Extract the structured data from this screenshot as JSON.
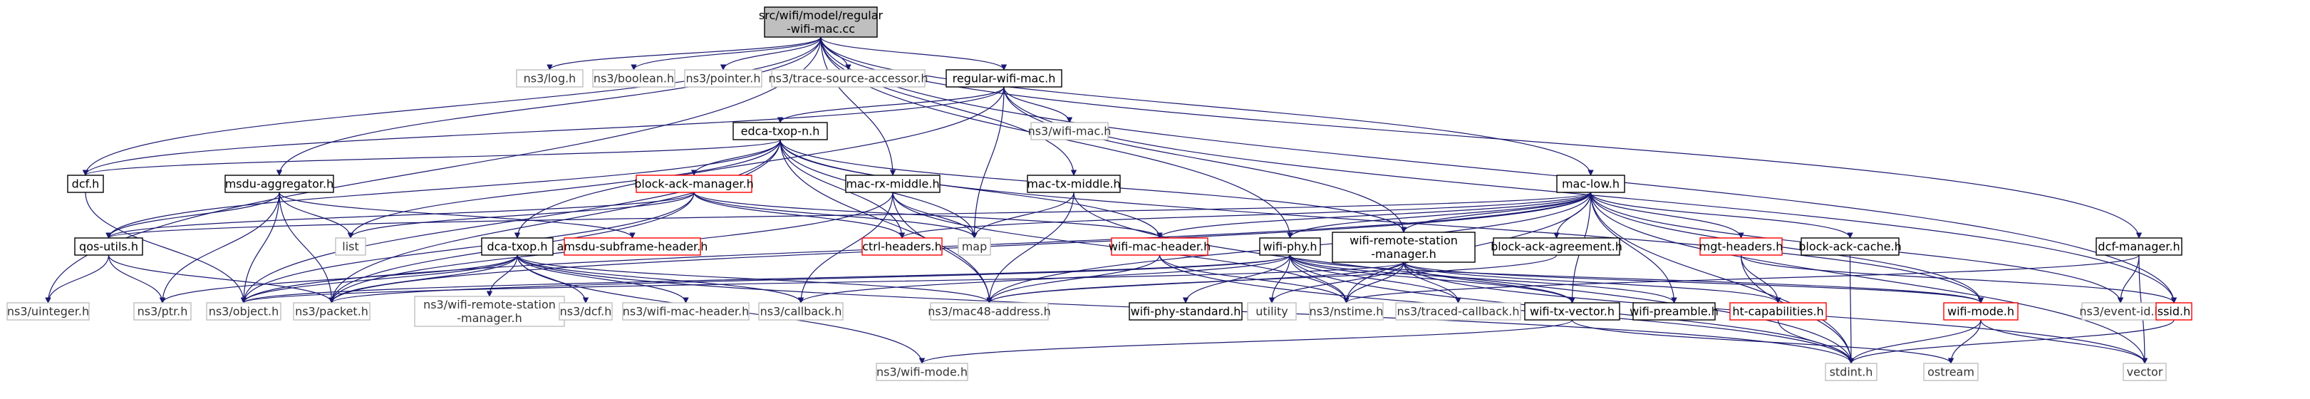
{
  "diagram": {
    "title": "",
    "colors": {
      "edge": "#191970",
      "root_fill": "#bfbfbf",
      "doc_border": "#000000",
      "doc_red_border": "#ff0000",
      "ext_border": "#bfbfbf"
    },
    "nodes": [
      {
        "id": "root",
        "lines": [
          "src/wifi/model/regular",
          "-wifi-mac.cc"
        ],
        "kind": "root"
      },
      {
        "id": "log",
        "lines": [
          "ns3/log.h"
        ],
        "kind": "ext"
      },
      {
        "id": "boolean",
        "lines": [
          "ns3/boolean.h"
        ],
        "kind": "ext"
      },
      {
        "id": "pointer",
        "lines": [
          "ns3/pointer.h"
        ],
        "kind": "ext"
      },
      {
        "id": "trace",
        "lines": [
          "ns3/trace-source-accessor.h"
        ],
        "kind": "ext"
      },
      {
        "id": "rwmh",
        "lines": [
          "regular-wifi-mac.h"
        ],
        "kind": "doc"
      },
      {
        "id": "wifimac",
        "lines": [
          "ns3/wifi-mac.h"
        ],
        "kind": "ext"
      },
      {
        "id": "edca",
        "lines": [
          "edca-txop-n.h"
        ],
        "kind": "doc"
      },
      {
        "id": "dcf",
        "lines": [
          "dcf.h"
        ],
        "kind": "doc"
      },
      {
        "id": "msdu",
        "lines": [
          "msdu-aggregator.h"
        ],
        "kind": "doc"
      },
      {
        "id": "bam",
        "lines": [
          "block-ack-manager.h"
        ],
        "kind": "doc-red"
      },
      {
        "id": "macrx",
        "lines": [
          "mac-rx-middle.h"
        ],
        "kind": "doc"
      },
      {
        "id": "mactx",
        "lines": [
          "mac-tx-middle.h"
        ],
        "kind": "doc"
      },
      {
        "id": "maclow",
        "lines": [
          "mac-low.h"
        ],
        "kind": "doc"
      },
      {
        "id": "dcfmgr",
        "lines": [
          "dcf-manager.h"
        ],
        "kind": "doc"
      },
      {
        "id": "qos",
        "lines": [
          "qos-utils.h"
        ],
        "kind": "doc"
      },
      {
        "id": "list",
        "lines": [
          "list"
        ],
        "kind": "ext"
      },
      {
        "id": "map",
        "lines": [
          "map"
        ],
        "kind": "ext"
      },
      {
        "id": "amsdu",
        "lines": [
          "amsdu-subframe-header.h"
        ],
        "kind": "doc-red"
      },
      {
        "id": "ctrl",
        "lines": [
          "ctrl-headers.h"
        ],
        "kind": "doc-red"
      },
      {
        "id": "wmh",
        "lines": [
          "wifi-mac-header.h"
        ],
        "kind": "doc-red"
      },
      {
        "id": "dcatxop",
        "lines": [
          "dca-txop.h"
        ],
        "kind": "doc"
      },
      {
        "id": "wifiphy",
        "lines": [
          "wifi-phy.h"
        ],
        "kind": "doc"
      },
      {
        "id": "wrsm",
        "lines": [
          "wifi-remote-station",
          "-manager.h"
        ],
        "kind": "doc"
      },
      {
        "id": "baa",
        "lines": [
          "block-ack-agreement.h"
        ],
        "kind": "doc"
      },
      {
        "id": "mgt",
        "lines": [
          "mgt-headers.h"
        ],
        "kind": "doc-red"
      },
      {
        "id": "bac",
        "lines": [
          "block-ack-cache.h"
        ],
        "kind": "doc"
      },
      {
        "id": "uint",
        "lines": [
          "ns3/uinteger.h"
        ],
        "kind": "ext"
      },
      {
        "id": "ptr",
        "lines": [
          "ns3/ptr.h"
        ],
        "kind": "ext"
      },
      {
        "id": "object",
        "lines": [
          "ns3/object.h"
        ],
        "kind": "ext"
      },
      {
        "id": "packet",
        "lines": [
          "ns3/packet.h"
        ],
        "kind": "ext"
      },
      {
        "id": "wrsm3",
        "lines": [
          "ns3/wifi-remote-station",
          "-manager.h"
        ],
        "kind": "ext"
      },
      {
        "id": "dcf3",
        "lines": [
          "ns3/dcf.h"
        ],
        "kind": "ext"
      },
      {
        "id": "wmh3",
        "lines": [
          "ns3/wifi-mac-header.h"
        ],
        "kind": "ext"
      },
      {
        "id": "callback",
        "lines": [
          "ns3/callback.h"
        ],
        "kind": "ext"
      },
      {
        "id": "mac48",
        "lines": [
          "ns3/mac48-address.h"
        ],
        "kind": "ext"
      },
      {
        "id": "wps",
        "lines": [
          "wifi-phy-standard.h"
        ],
        "kind": "doc"
      },
      {
        "id": "utility",
        "lines": [
          "utility"
        ],
        "kind": "ext"
      },
      {
        "id": "nstime",
        "lines": [
          "ns3/nstime.h"
        ],
        "kind": "ext"
      },
      {
        "id": "traced",
        "lines": [
          "ns3/traced-callback.h"
        ],
        "kind": "ext"
      },
      {
        "id": "wtv",
        "lines": [
          "wifi-tx-vector.h"
        ],
        "kind": "doc"
      },
      {
        "id": "wpre",
        "lines": [
          "wifi-preamble.h"
        ],
        "kind": "doc"
      },
      {
        "id": "htcap",
        "lines": [
          "ht-capabilities.h"
        ],
        "kind": "doc-red"
      },
      {
        "id": "wmode",
        "lines": [
          "wifi-mode.h"
        ],
        "kind": "doc-red"
      },
      {
        "id": "eventid",
        "lines": [
          "ns3/event-id.h"
        ],
        "kind": "ext"
      },
      {
        "id": "ssid",
        "lines": [
          "ssid.h"
        ],
        "kind": "doc-red"
      },
      {
        "id": "wmode3",
        "lines": [
          "ns3/wifi-mode.h"
        ],
        "kind": "ext"
      },
      {
        "id": "stdint",
        "lines": [
          "stdint.h"
        ],
        "kind": "ext"
      },
      {
        "id": "ostream",
        "lines": [
          "ostream"
        ],
        "kind": "ext"
      },
      {
        "id": "vector",
        "lines": [
          "vector"
        ],
        "kind": "ext"
      }
    ],
    "edges": [
      [
        "root",
        "log"
      ],
      [
        "root",
        "boolean"
      ],
      [
        "root",
        "pointer"
      ],
      [
        "root",
        "trace"
      ],
      [
        "root",
        "rwmh"
      ],
      [
        "root",
        "dcf"
      ],
      [
        "root",
        "msdu"
      ],
      [
        "root",
        "macrx"
      ],
      [
        "root",
        "mactx"
      ],
      [
        "root",
        "maclow"
      ],
      [
        "root",
        "wifiphy"
      ],
      [
        "root",
        "dcfmgr"
      ],
      [
        "root",
        "uint"
      ],
      [
        "root",
        "ssid"
      ],
      [
        "rwmh",
        "wifimac"
      ],
      [
        "rwmh",
        "edca"
      ],
      [
        "rwmh",
        "dcf"
      ],
      [
        "rwmh",
        "map"
      ],
      [
        "rwmh",
        "dcatxop"
      ],
      [
        "rwmh",
        "wrsm"
      ],
      [
        "rwmh",
        "ssid"
      ],
      [
        "edca",
        "dcf"
      ],
      [
        "edca",
        "qos"
      ],
      [
        "edca",
        "list"
      ],
      [
        "edca",
        "map"
      ],
      [
        "edca",
        "bam"
      ],
      [
        "edca",
        "ctrl"
      ],
      [
        "edca",
        "wmh"
      ],
      [
        "edca",
        "packet"
      ],
      [
        "edca",
        "object"
      ],
      [
        "edca",
        "mac48"
      ],
      [
        "edca",
        "wmode"
      ],
      [
        "edca",
        "wrsm"
      ],
      [
        "dcf",
        "object"
      ],
      [
        "msdu",
        "qos"
      ],
      [
        "msdu",
        "list"
      ],
      [
        "msdu",
        "amsdu"
      ],
      [
        "msdu",
        "ptr"
      ],
      [
        "msdu",
        "object"
      ],
      [
        "msdu",
        "packet"
      ],
      [
        "bam",
        "qos"
      ],
      [
        "bam",
        "list"
      ],
      [
        "bam",
        "map"
      ],
      [
        "bam",
        "ctrl"
      ],
      [
        "bam",
        "wmh"
      ],
      [
        "bam",
        "packet"
      ],
      [
        "bam",
        "object"
      ],
      [
        "macrx",
        "map"
      ],
      [
        "macrx",
        "packet"
      ],
      [
        "macrx",
        "mac48"
      ],
      [
        "macrx",
        "callback"
      ],
      [
        "macrx",
        "nstime"
      ],
      [
        "mactx",
        "map"
      ],
      [
        "mactx",
        "mac48"
      ],
      [
        "mactx",
        "stdint"
      ],
      [
        "maclow",
        "qos"
      ],
      [
        "maclow",
        "ctrl"
      ],
      [
        "maclow",
        "wmh"
      ],
      [
        "maclow",
        "wrsm"
      ],
      [
        "maclow",
        "baa"
      ],
      [
        "maclow",
        "mgt"
      ],
      [
        "maclow",
        "bac"
      ],
      [
        "maclow",
        "wifiphy"
      ],
      [
        "maclow",
        "wtv"
      ],
      [
        "maclow",
        "wpre"
      ],
      [
        "maclow",
        "wmode"
      ],
      [
        "maclow",
        "eventid"
      ],
      [
        "maclow",
        "stdint"
      ],
      [
        "maclow",
        "packet"
      ],
      [
        "maclow",
        "object"
      ],
      [
        "maclow",
        "nstime"
      ],
      [
        "maclow",
        "vector"
      ],
      [
        "maclow",
        "mac48"
      ],
      [
        "dcfmgr",
        "nstime"
      ],
      [
        "dcfmgr",
        "eventid"
      ],
      [
        "dcfmgr",
        "vector"
      ],
      [
        "qos",
        "uint"
      ],
      [
        "qos",
        "ptr"
      ],
      [
        "qos",
        "packet"
      ],
      [
        "dcatxop",
        "ptr"
      ],
      [
        "dcatxop",
        "object"
      ],
      [
        "dcatxop",
        "packet"
      ],
      [
        "dcatxop",
        "wrsm3"
      ],
      [
        "dcatxop",
        "dcf3"
      ],
      [
        "dcatxop",
        "wmh3"
      ],
      [
        "dcatxop",
        "callback"
      ],
      [
        "dcatxop",
        "mac48"
      ],
      [
        "dcatxop",
        "wmode3"
      ],
      [
        "dcatxop",
        "stdint"
      ],
      [
        "wmh",
        "mac48"
      ],
      [
        "wmh",
        "nstime"
      ],
      [
        "wmh",
        "stdint"
      ],
      [
        "wifiphy",
        "callback"
      ],
      [
        "wifiphy",
        "packet"
      ],
      [
        "wifiphy",
        "object"
      ],
      [
        "wifiphy",
        "wps"
      ],
      [
        "wifiphy",
        "utility"
      ],
      [
        "wifiphy",
        "nstime"
      ],
      [
        "wifiphy",
        "traced"
      ],
      [
        "wifiphy",
        "wtv"
      ],
      [
        "wifiphy",
        "wpre"
      ],
      [
        "wifiphy",
        "wmode"
      ],
      [
        "wifiphy",
        "stdint"
      ],
      [
        "wrsm",
        "mac48"
      ],
      [
        "wrsm",
        "traced"
      ],
      [
        "wrsm",
        "nstime"
      ],
      [
        "wrsm",
        "utility"
      ],
      [
        "wrsm",
        "wmode"
      ],
      [
        "wrsm",
        "wtv"
      ],
      [
        "wrsm",
        "htcap"
      ],
      [
        "wrsm",
        "object"
      ],
      [
        "wrsm",
        "vector"
      ],
      [
        "baa",
        "mac48"
      ],
      [
        "baa",
        "event-id-placeholder"
      ],
      [
        "mgt",
        "htcap"
      ],
      [
        "mgt",
        "ssid"
      ],
      [
        "mgt",
        "stdint"
      ],
      [
        "bac",
        "stdint"
      ],
      [
        "wtv",
        "wmode3"
      ],
      [
        "wtv",
        "ostream"
      ],
      [
        "htcap",
        "stdint"
      ],
      [
        "wmode",
        "stdint"
      ],
      [
        "wmode",
        "ostream"
      ],
      [
        "wmode",
        "vector"
      ],
      [
        "ssid",
        "stdint"
      ]
    ]
  }
}
